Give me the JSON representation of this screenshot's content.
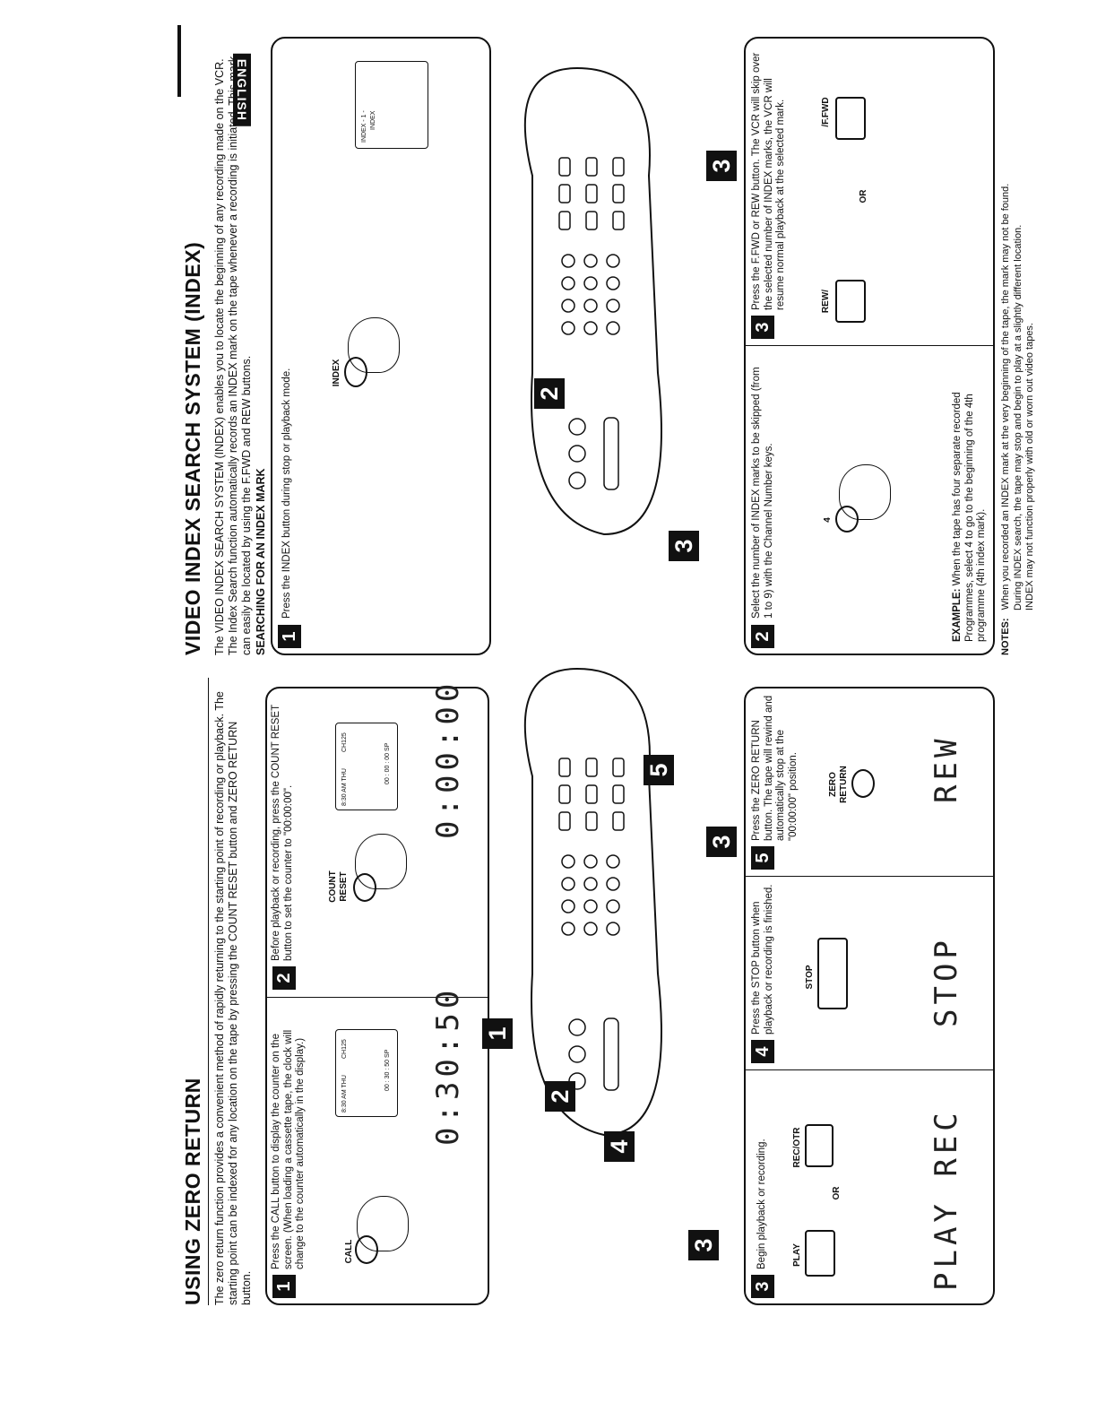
{
  "language_tab": "ENGLISH",
  "zero_return": {
    "title": "USING ZERO RETURN",
    "intro": "The zero return function provides a convenient method of rapidly returning to the starting point of recording or playback. The starting point can be indexed for any location on the tape by pressing the COUNT RESET button and ZERO RETURN button.",
    "step1": {
      "num": "1",
      "text": "Press the CALL button to display the counter on the screen. (When loading a cassette tape, the clock will change to the counter automatically in the display.)",
      "button_label": "CALL",
      "osd_time": "8:30 AM THU",
      "osd_ch": "CH125",
      "osd_counter": "00 : 30 : 50 SP",
      "display": "0:30:50"
    },
    "step2": {
      "num": "2",
      "text": "Before playback or recording, press the COUNT RESET button to set the counter to \"00:00:00\".",
      "button_label_1": "COUNT",
      "button_label_2": "RESET",
      "osd_time": "8:30 AM THU",
      "osd_ch": "CH125",
      "osd_counter": "00 : 00 : 00 SP",
      "display": "0:00:00"
    },
    "step3": {
      "num": "3",
      "text": "Begin playback or recording.",
      "play_label": "PLAY",
      "or": "OR",
      "rec_label": "REC/OTR",
      "display": "PLAY REC"
    },
    "step4": {
      "num": "4",
      "text": "Press the STOP button when playback or recording is finished.",
      "stop_label": "STOP",
      "display": "STOP"
    },
    "step5": {
      "num": "5",
      "text": "Press the ZERO RETURN button. The tape will rewind and automatically stop at the \"00:00:00\" position.",
      "button_label_1": "ZERO",
      "button_label_2": "RETURN",
      "display": "REW"
    },
    "callouts": [
      "1",
      "2",
      "3",
      "4",
      "5",
      "3"
    ]
  },
  "index_search": {
    "title": "VIDEO INDEX SEARCH SYSTEM (INDEX)",
    "intro": "The VIDEO INDEX SEARCH SYSTEM (INDEX) enables you to locate the beginning of any recording made on the VCR. The Index Search function automatically records an INDEX mark on the tape whenever a recording is initiated. This mark can easily be located by using the F.FWD and REW buttons.",
    "subheading": "SEARCHING FOR AN INDEX MARK",
    "step1": {
      "num": "1",
      "text": "Press the INDEX button during stop or playback mode.",
      "button_label": "INDEX",
      "osd_line1": "INDEX - 1 -",
      "osd_line2": "INDEX"
    },
    "step2": {
      "num": "2",
      "text": "Select the number of INDEX marks to be skipped (from 1 to 9) with the Channel Number keys.",
      "key_label": "4",
      "example_label": "EXAMPLE:",
      "example_text": "When the tape has four separate recorded Programmes, select 4 to go to the beginning of the 4th programme (4th index mark)."
    },
    "step3": {
      "num": "3",
      "text": "Press the F.FWD or REW button. The VCR will skip over the selected number of INDEX marks, the VCR will resume normal playback at the selected mark.",
      "rew_label": "REW/",
      "or": "OR",
      "ffwd_label": "/F.FWD"
    },
    "callouts": [
      "2",
      "3",
      "3"
    ],
    "notes_label": "NOTES:",
    "notes": [
      "When you recorded an INDEX mark at the very beginning of the tape, the mark may not be found.",
      "During INDEX search, the tape may stop and begin to play at a slightly different location.",
      "INDEX may not function properly with old or worn out video tapes."
    ]
  }
}
